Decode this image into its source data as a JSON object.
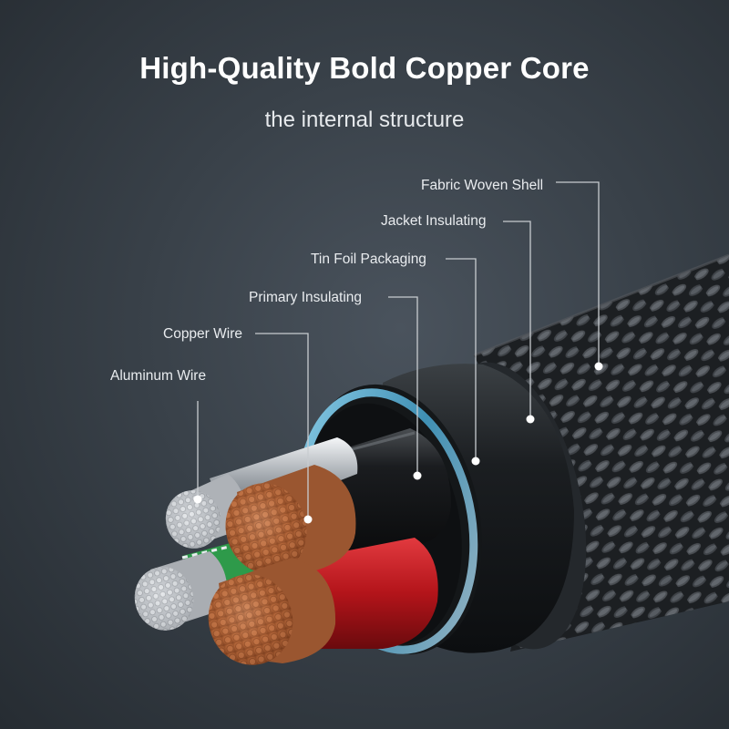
{
  "title": "High-Quality Bold Copper Core",
  "subtitle": "the internal structure",
  "callouts": {
    "fabric_woven_shell": "Fabric Woven Shell",
    "jacket_insulating": "Jacket Insulating",
    "tin_foil_packaging": "Tin Foil Packaging",
    "primary_insulating": "Primary Insulating",
    "copper_wire": "Copper Wire",
    "aluminum_wire": "Aluminum Wire"
  },
  "colors": {
    "background": "#394149",
    "copper": "#b5673a",
    "aluminum": "#c9ccd0",
    "insulation_red": "#c4161c",
    "insulation_black": "#15181b",
    "foil_blue": "#5aa9c9"
  }
}
